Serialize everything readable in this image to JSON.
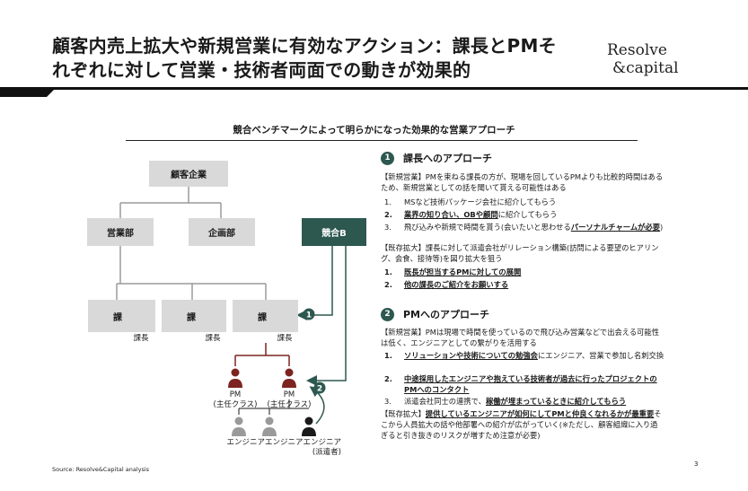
{
  "header": {
    "title_line1": "顧客内売上拡大や新規営業に有効なアクション：課長とPMそ",
    "title_line2": "れぞれに対して営業・技術者両面での動きが効果的",
    "logo_line1": "Resolve",
    "logo_line2": "&capital"
  },
  "subtitle": "競合ベンチマークによって明らかになった効果的な営業アプローチ",
  "diagram": {
    "customer": "顧客企業",
    "sales_dept": "営業部",
    "planning_dept": "企画部",
    "competitor": "競合B",
    "ka": [
      "課",
      "課",
      "課"
    ],
    "kacho": [
      "課長",
      "課長",
      "課長"
    ],
    "pm_labels": [
      "PM\n(主任クラス)",
      "PM\n(主任クラス)"
    ],
    "engineer_label": "エンジニアエンジニアエンジニア\n(派遣者)",
    "badge1": "1",
    "badge2": "2",
    "colors": {
      "dark_red": "#7d2420",
      "grey": "#9a9a9a",
      "green": "#2d5850",
      "black": "#1a1a1a"
    }
  },
  "section1": {
    "num": "1",
    "title": "課長へのアプローチ",
    "para1": "【新規営業】PMを束ねる課長の方が、現場を回しているPMよりも比較的時間はあるため、新規営業としての話を聞いて貰える可能性はある",
    "items": [
      {
        "n": "1.",
        "text": "MSなど技術パッケージ会社に紹介してもらう"
      },
      {
        "n": "2.",
        "u": "業界の知り合い、OBや顧問",
        "rest": "に紹介してもらう"
      },
      {
        "n": "3.",
        "pre": "飛び込みや新規で時間を貰う(会いたいと思わせる",
        "u": "パーソナルチャームが必要",
        "rest": ")"
      }
    ],
    "para2": "【既存拡大】課長に対して派遣会社がリレーション構築(訪問による要望のヒアリング、会食、接待等)を図り拡大を狙う",
    "items2": [
      {
        "n": "1.",
        "u": "既長が担当するPMに対しての展開"
      },
      {
        "n": "2.",
        "u": "他の課長のご紹介をお願いする"
      }
    ]
  },
  "section2": {
    "num": "2",
    "title": "PMへのアプローチ",
    "para1": "【新規営業】PMは現場で時間を使っているので飛び込み営業などで出会える可能性は低く、エンジニアとしての繋がりを活用する",
    "items": [
      {
        "n": "1.",
        "u": "ソリューションや技術についての勉強会",
        "rest": "にエンジニア、営業で参加し名刺交換"
      },
      {
        "n": "2.",
        "u": "中途採用したエンジニアや抱えている技術者が過去に行ったプロジェクトのPMへのコンタクト",
        "rest": ""
      },
      {
        "n": "3.",
        "pre": "派遣会社同士の連携で、",
        "u": "稼働が埋まっているときに紹介してもらう",
        "rest": ""
      }
    ],
    "para2_prefix": "【既存拡大】",
    "para2_u": "提供しているエンジニアが如何にしてPMと仲良くなれるかが最重要",
    "para2_rest": "そこから人員拡大の話や他部署への紹介が広がっていく(※ただし、顧客組織に入り過ぎると引き抜きのリスクが増すため注意が必要)"
  },
  "footer": {
    "source": "Source: Resolve&Capital analysis",
    "page": "3"
  }
}
